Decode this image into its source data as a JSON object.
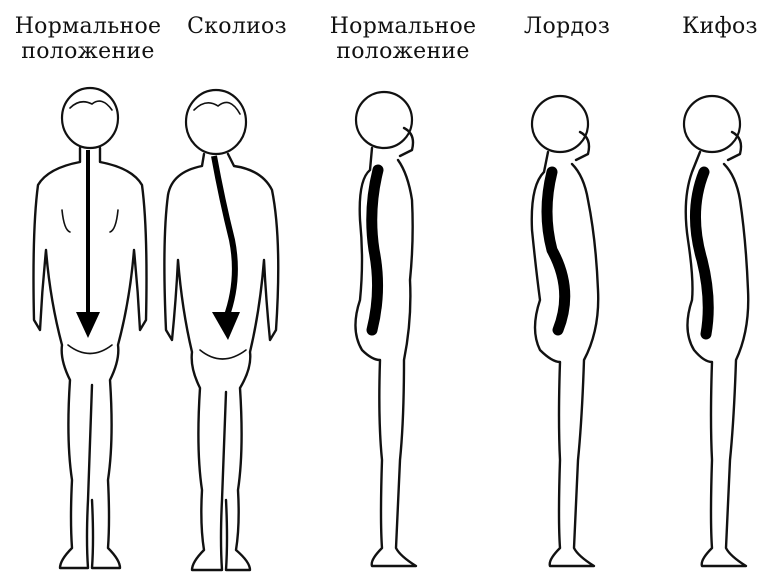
{
  "labels": [
    {
      "line1": "Нормальное",
      "line2": "положение"
    },
    {
      "line1": "Сколиоз",
      "line2": ""
    },
    {
      "line1": "Нормальное",
      "line2": "положение"
    },
    {
      "line1": "Лордоз",
      "line2": ""
    },
    {
      "line1": "Кифоз",
      "line2": ""
    }
  ]
}
